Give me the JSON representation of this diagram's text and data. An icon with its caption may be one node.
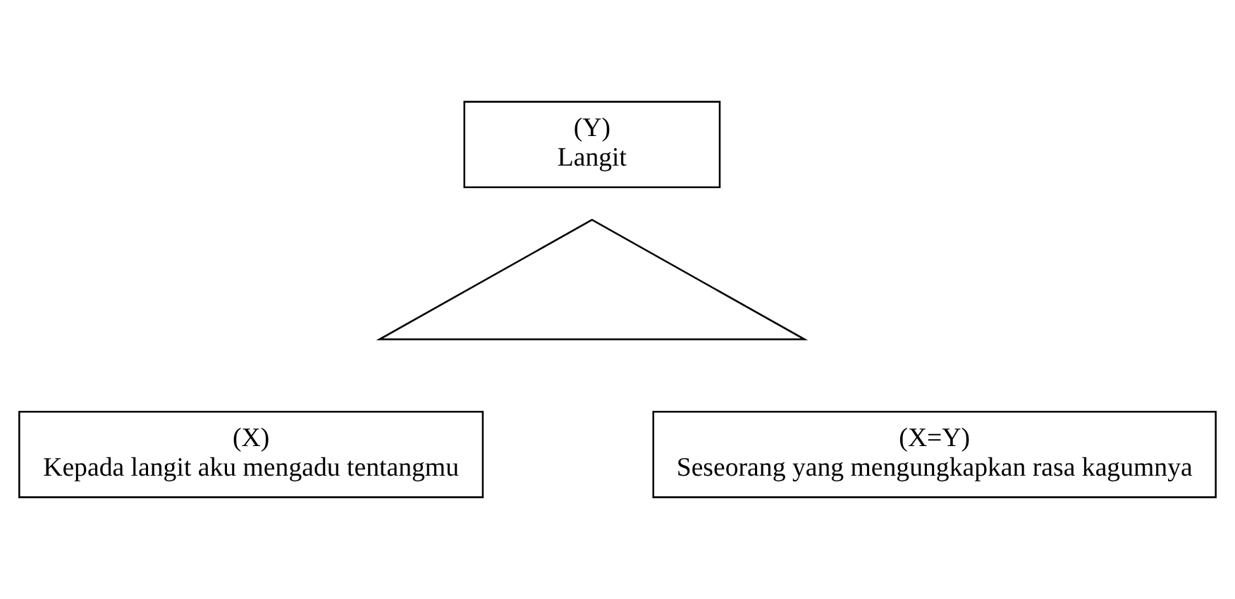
{
  "diagram": {
    "nodes": [
      {
        "text": [
          "(Y)",
          "Langit"
        ]
      },
      {
        "text": [],
        "shape": "triangle"
      },
      {
        "text": [
          "(X)",
          "Kepada langit aku mengadu tentangmu"
        ]
      },
      {
        "text": [
          "(X=Y)",
          "Seseorang yang mengungkapkan rasa kagumnya"
        ]
      }
    ],
    "edges": []
  }
}
